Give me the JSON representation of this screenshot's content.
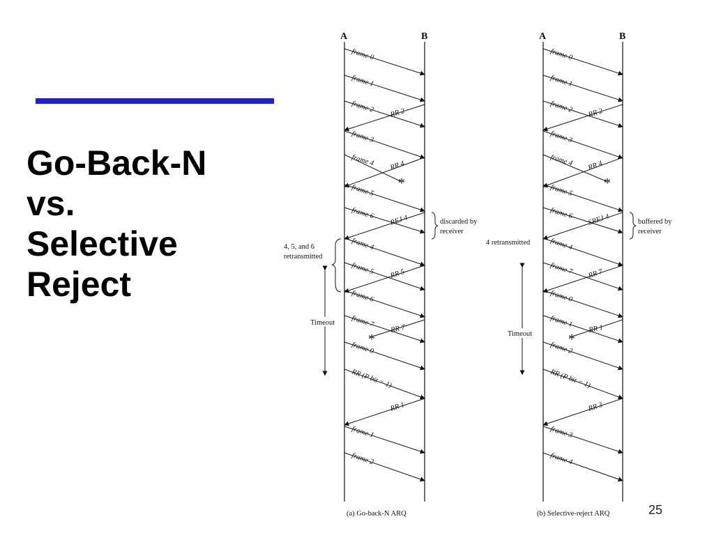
{
  "slide": {
    "title_lines": [
      "Go-Back-N",
      "vs.",
      "Selective",
      "Reject"
    ],
    "page_number": "25",
    "accent_color": "#1f1fd6"
  },
  "diagrams": [
    {
      "node_a": "A",
      "node_b": "B",
      "caption": "(a) Go-back-N ARQ",
      "messages": [
        {
          "label": "frame 0",
          "dir": "A-B"
        },
        {
          "label": "frame 1",
          "dir": "A-B"
        },
        {
          "label": "frame 2",
          "dir": "A-B"
        },
        {
          "label": "RR 2",
          "dir": "B-A"
        },
        {
          "label": "frame 3",
          "dir": "A-B"
        },
        {
          "label": "frame 4",
          "dir": "A-B",
          "lost": true
        },
        {
          "label": "RR 4",
          "dir": "B-A"
        },
        {
          "label": "frame 5",
          "dir": "A-B"
        },
        {
          "label": "frame 6",
          "dir": "A-B"
        },
        {
          "label": "REJ 4",
          "dir": "B-A"
        },
        {
          "label": "frame 4",
          "dir": "A-B"
        },
        {
          "label": "frame 5",
          "dir": "A-B"
        },
        {
          "label": "RR 5",
          "dir": "B-A"
        },
        {
          "label": "frame 6",
          "dir": "A-B"
        },
        {
          "label": "frame 7",
          "dir": "A-B"
        },
        {
          "label": "RR 7",
          "dir": "B-A",
          "lost": true
        },
        {
          "label": "frame 0",
          "dir": "A-B"
        },
        {
          "label": "RR (P bit = 1)",
          "dir": "A-B"
        },
        {
          "label": "RR 1",
          "dir": "B-A"
        },
        {
          "label": "frame 1",
          "dir": "A-B"
        },
        {
          "label": "frame 2",
          "dir": "A-B"
        }
      ],
      "right_note": [
        "discarded by",
        "receiver"
      ],
      "left_note": [
        "4, 5, and 6",
        "retransmitted"
      ],
      "timeout_label": "Timeout"
    },
    {
      "node_a": "A",
      "node_b": "B",
      "caption": "(b) Selective-reject ARQ",
      "messages": [
        {
          "label": "frame 0",
          "dir": "A-B"
        },
        {
          "label": "frame 1",
          "dir": "A-B"
        },
        {
          "label": "frame 2",
          "dir": "A-B"
        },
        {
          "label": "RR 2",
          "dir": "B-A"
        },
        {
          "label": "frame 3",
          "dir": "A-B"
        },
        {
          "label": "frame 4",
          "dir": "A-B",
          "lost": true
        },
        {
          "label": "RR 4",
          "dir": "B-A"
        },
        {
          "label": "frame 5",
          "dir": "A-B"
        },
        {
          "label": "frame 6",
          "dir": "A-B"
        },
        {
          "label": "SREJ 4",
          "dir": "B-A"
        },
        {
          "label": "frame 4",
          "dir": "A-B"
        },
        {
          "label": "frame 7",
          "dir": "A-B"
        },
        {
          "label": "RR 7",
          "dir": "B-A"
        },
        {
          "label": "frame 0",
          "dir": "A-B"
        },
        {
          "label": "frame 1",
          "dir": "A-B"
        },
        {
          "label": "RR 1",
          "dir": "B-A",
          "lost": true
        },
        {
          "label": "frame 2",
          "dir": "A-B"
        },
        {
          "label": "RR (P bit = 1)",
          "dir": "A-B"
        },
        {
          "label": "RR 3",
          "dir": "B-A"
        },
        {
          "label": "frame 3",
          "dir": "A-B"
        },
        {
          "label": "frame 4",
          "dir": "A-B"
        }
      ],
      "right_note": [
        "buffered by",
        "receiver"
      ],
      "left_note": [
        "4 retransmitted"
      ],
      "timeout_label": "Timeout"
    }
  ]
}
